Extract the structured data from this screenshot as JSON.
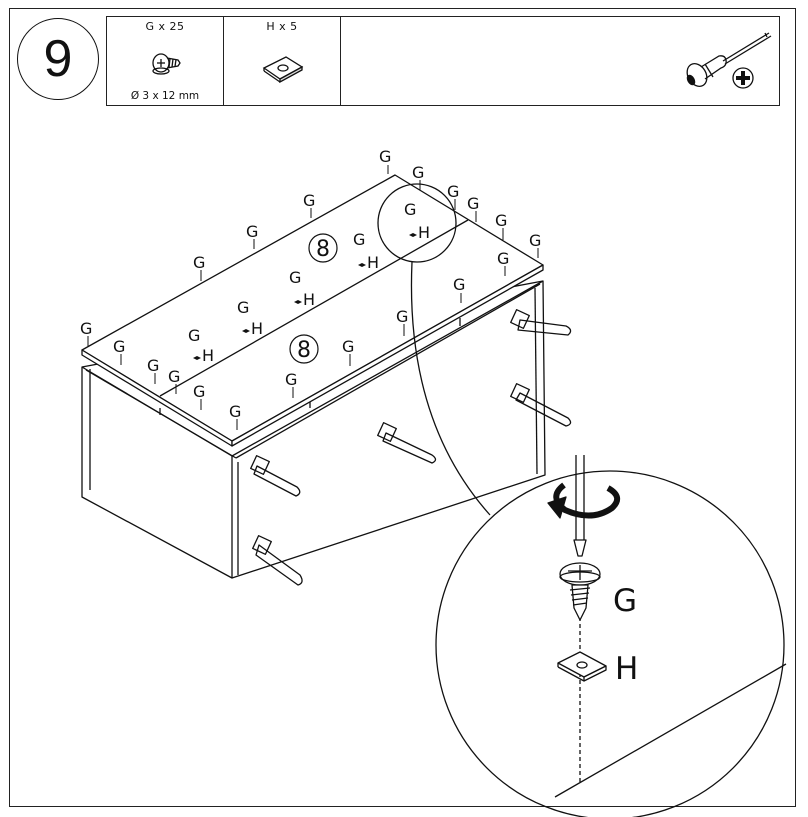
{
  "step": {
    "number": "9"
  },
  "parts": [
    {
      "letter": "G",
      "label": "G x 25",
      "spec": "Ø 3 x 12 mm",
      "icon": "screw-icon"
    },
    {
      "letter": "H",
      "label": "H x 5",
      "spec": "",
      "icon": "washer-icon"
    }
  ],
  "tool": {
    "icon": "phillips-screwdriver-icon"
  },
  "diagram": {
    "screw_letter": "G",
    "washer_letter": "H",
    "panel_number": "8"
  },
  "detail": {
    "screw_label": "G",
    "washer_label": "H"
  }
}
